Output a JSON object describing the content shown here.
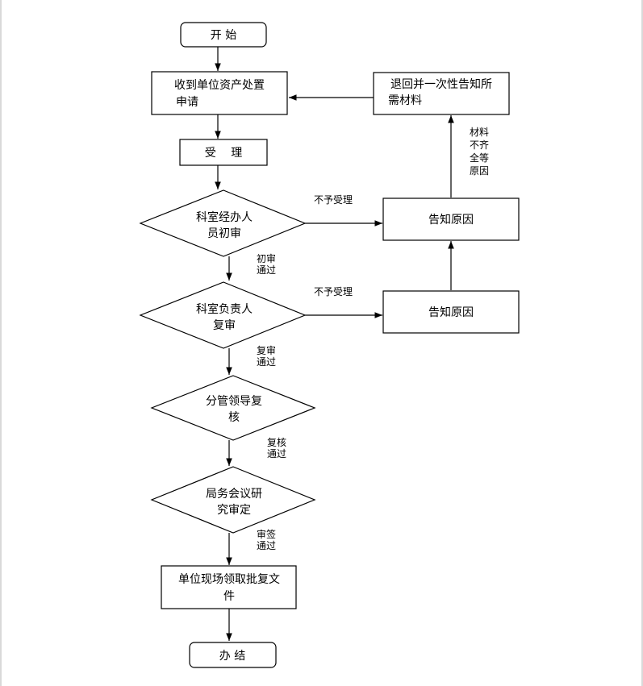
{
  "diagram": {
    "nodes": {
      "start": {
        "lines": [
          "开 始"
        ]
      },
      "apply": {
        "lines": [
          "收到单位资产处置",
          "申请"
        ]
      },
      "accept": {
        "lines": [
          "受　 理"
        ]
      },
      "review1": {
        "lines": [
          "科室经办人",
          "员初审"
        ]
      },
      "review2": {
        "lines": [
          "科室负责人",
          "复审"
        ]
      },
      "review3": {
        "lines": [
          "分管领导复",
          "核"
        ]
      },
      "review4": {
        "lines": [
          "局务会议研",
          "究审定"
        ]
      },
      "collect": {
        "lines": [
          "单位现场领取批复文",
          "件"
        ]
      },
      "end": {
        "lines": [
          "办 结"
        ]
      },
      "notify1": {
        "lines": [
          "告知原因"
        ]
      },
      "notify2": {
        "lines": [
          "告知原因"
        ]
      },
      "return": {
        "lines": [
          "退回并一次性告知所",
          "需材料"
        ]
      }
    },
    "edge_labels": {
      "reject1": [
        "不予受理"
      ],
      "reject2": [
        "不予受理"
      ],
      "pass1": [
        "初审",
        "通过"
      ],
      "pass2": [
        "复审",
        "通过"
      ],
      "pass3": [
        "复核",
        "通过"
      ],
      "pass4": [
        "审签",
        "通过"
      ],
      "incomplete": [
        "材料",
        "不齐",
        "全等",
        "原因"
      ]
    }
  }
}
